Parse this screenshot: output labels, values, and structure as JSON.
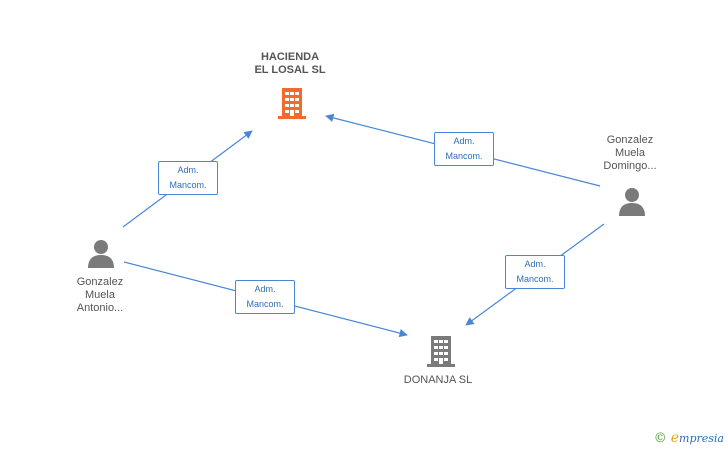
{
  "nodes": {
    "hacienda": {
      "line1": "HACIENDA",
      "line2": "EL LOSAL SL"
    },
    "donanja": {
      "line1": "DONANJA SL"
    },
    "antonio": {
      "line1": "Gonzalez",
      "line2": "Muela",
      "line3": "Antonio..."
    },
    "domingo": {
      "line1": "Gonzalez",
      "line2": "Muela",
      "line3": "Domingo..."
    }
  },
  "edges": {
    "antonio_hacienda": {
      "line1": "Adm.",
      "line2": "Mancom."
    },
    "domingo_hacienda": {
      "line1": "Adm.",
      "line2": "Mancom."
    },
    "antonio_donanja": {
      "line1": "Adm.",
      "line2": "Mancom."
    },
    "domingo_donanja": {
      "line1": "Adm.",
      "line2": "Mancom."
    }
  },
  "colors": {
    "main_company": "#f26a2e",
    "company": "#7a7a7a",
    "person": "#7a7a7a",
    "edge": "#4a86d6"
  },
  "footer": {
    "copyright": "©",
    "brand_e": "e",
    "brand_rest": "mpresia"
  }
}
